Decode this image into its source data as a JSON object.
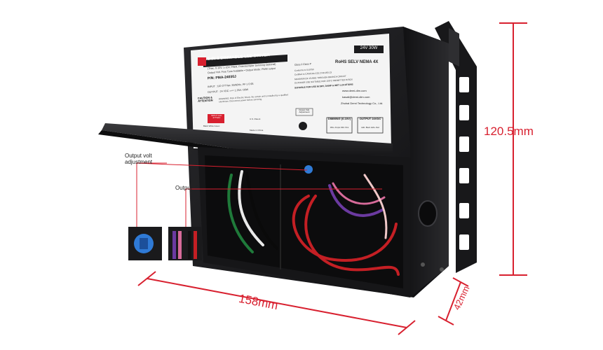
{
  "product": {
    "title": "5-IN-1 DIMMABLE LED DRIVER",
    "subtitle": "(Triac, 0-10V, 1-10V, PWM, Potentiometer Dimming Optional)",
    "subtitle2": "Output Volt. Fine Tune Available • Output Mode: PWM output",
    "pn_label": "P/N:",
    "pn_value": "PMA-24030J",
    "input_line": "INPUT : 110-277Vac, 50/60Hz, PF ≥ 0.95",
    "output_line": "OUTPUT : 24 VDC === 1.25A / 30W",
    "voltage_badge": "24V 30W",
    "cert_line": "RoHS SELV NEMA 4X",
    "class_line": "Class 2  Class P",
    "conforms": "Conforms to UL8750",
    "certified": "Certified to CAN/CSA-C22.2 NO.250.13",
    "maximum": "MAXIMUM OF 15 AWG THROUGH BRANCH CIRCUIT",
    "outdoor": "OUTDOOR USE SUITABLE FOR 105°C PERMITTED IN BOX",
    "suitable": "SUITABLE FOR USE IN DRY, DAMP & WET LOCATIONS",
    "caution": "CAUTION & ATTENTION",
    "caution_text": "WARNING: Risk of Electric Shock. Be certain unit is installed by a qualified electrician. Disconnect power before servicing.",
    "website": "www.demi-dim.com",
    "email": "kasali@demi-dim.com",
    "company": "Zhuhai Demi Technology Co., Ltd.",
    "ul_patent": "U.S. Patent",
    "made_in": "Made in China",
    "input_box": "INPUT 110-277VAC",
    "input_colors": "Black  White  Green",
    "adjust_label": "Output Volt. Adjustment",
    "dimming_label": "DIMMING (0-10V)",
    "dimming_sub": "DIM+ Purple  DIM- Pink",
    "output_label": "OUTPUT 24VDC",
    "output_sub": "LED- Black  LED+ Red",
    "brand": "DEMI"
  },
  "callouts": {
    "adjust": "Output volt adjustment",
    "output": "Output"
  },
  "dimensions": {
    "height": "120.5mm",
    "length": "158mm",
    "depth": "42mm"
  },
  "colors": {
    "accent": "#d8202f",
    "body": "#1c1c1e",
    "label_bg": "#f4f4f4"
  }
}
